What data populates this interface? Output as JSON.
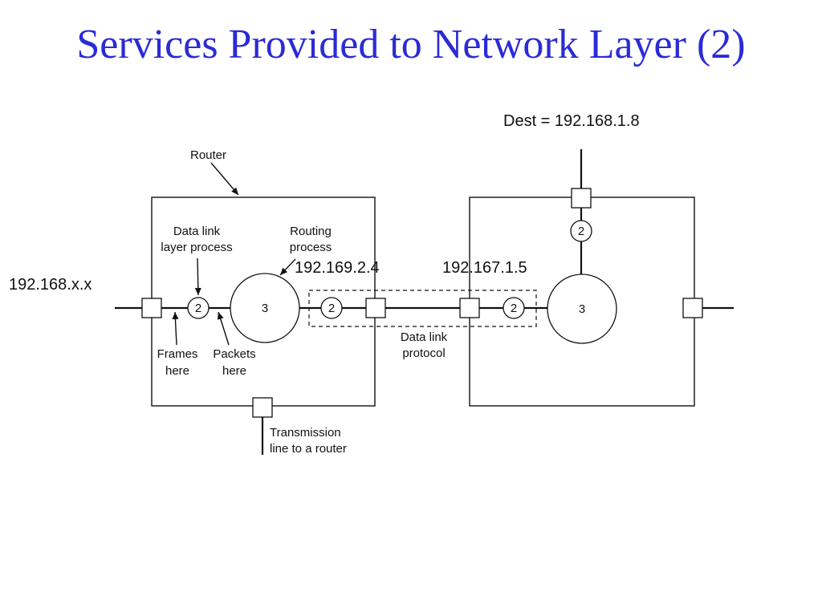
{
  "title": "Services Provided to Network Layer (2)",
  "labels": {
    "dest": "Dest = 192.168.1.8",
    "router": "Router",
    "data_link_line1": "Data link",
    "data_link_line2": "layer process",
    "routing_line1": "Routing",
    "routing_line2": "process",
    "ip_left_router": "192.169.2.4",
    "ip_right_router": "192.167.1.5",
    "ip_local": "192.168.x.x",
    "frames_line1": "Frames",
    "frames_line2": "here",
    "packets_line1": "Packets",
    "packets_line2": "here",
    "dl_protocol_line1": "Data link",
    "dl_protocol_line2": "protocol",
    "transmission_line1": "Transmission",
    "transmission_line2": "line to a router"
  },
  "process_numbers": {
    "layer2": "2",
    "layer3": "3"
  }
}
